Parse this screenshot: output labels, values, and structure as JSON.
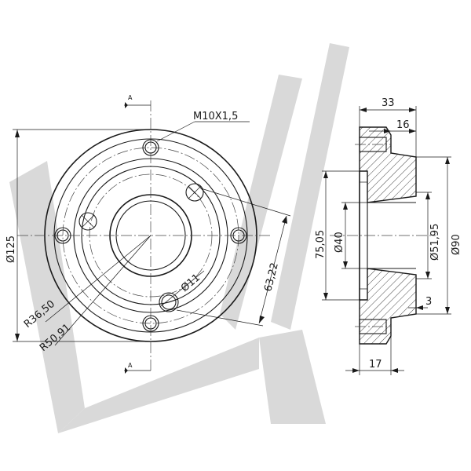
{
  "section_markers": {
    "top": "A",
    "bottom": "A"
  },
  "front_view": {
    "thread_label": "M10X1,5",
    "outer_diameter_label": "Ø125",
    "hole_diameter_label": "Ø11",
    "radius_inner_label": "R36,50",
    "radius_outer_label": "R50,91",
    "hole_spacing_label": "63,22"
  },
  "section_view": {
    "width_total_label": "33",
    "width_flange_label": "16",
    "height_75_label": "75,05",
    "bore_label": "Ø40",
    "diameter_51_label": "Ø51,95",
    "diameter_90_label": "Ø90",
    "step_label": "3",
    "flange_thickness_label": "17"
  },
  "colors": {
    "line": "#1a1a1a",
    "watermark": "#d9d9d9"
  }
}
